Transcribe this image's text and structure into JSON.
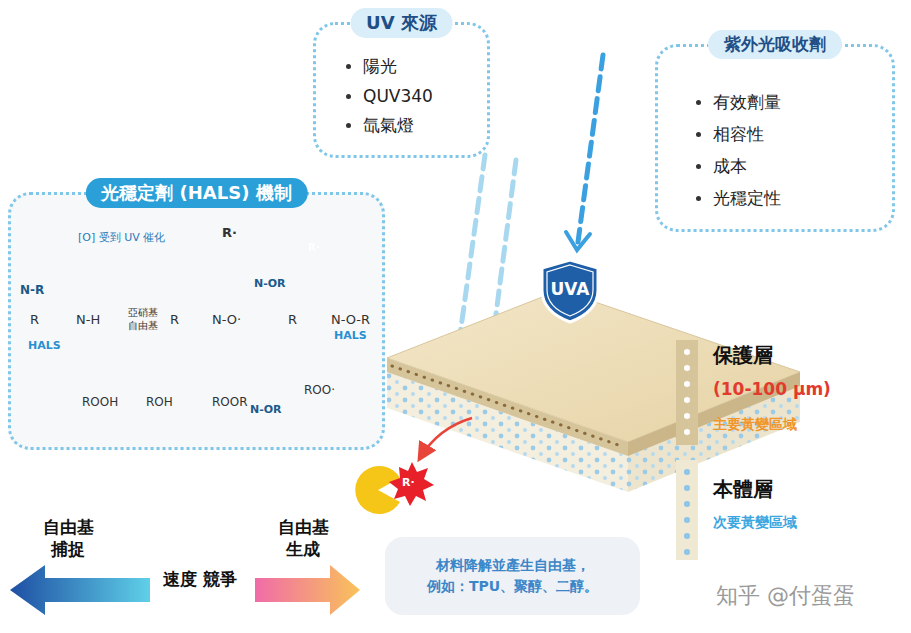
{
  "diagram": {
    "nodes": [
      {
        "text": [
          "UV 來源",
          "陽光",
          "QUV340",
          "氙氣燈"
        ]
      },
      {
        "text": [
          "紫外光吸收劑",
          "有效劑量",
          "相容性",
          "成本",
          "光穩定性"
        ]
      },
      {
        "text": [
          "光穩定劑 (HALS) 機制"
        ]
      },
      {
        "text": [
          "UVA"
        ]
      },
      {
        "text": [
          "材料降解並產生自由基， 例如：TPU、聚醇、二醇。"
        ]
      }
    ],
    "labels": [
      "[O] 受到 UV 催化",
      "N-R",
      "R·",
      "N-OR",
      "R·",
      "R",
      "N-H",
      "亞硝基 自由基",
      "R",
      "N-O·",
      "R",
      "N-O-R",
      "HALS",
      "HALS",
      "ROOH",
      "ROH",
      "ROOR",
      "ROO·",
      "N-OR",
      "R·",
      "保護層",
      "(10-100 μm)",
      "主要黃變區域",
      "本體層",
      "次要黃變區域",
      "自由基 捕捉",
      "速度 競爭",
      "自由基 生成",
      "知乎 @付蛋蛋"
    ]
  }
}
